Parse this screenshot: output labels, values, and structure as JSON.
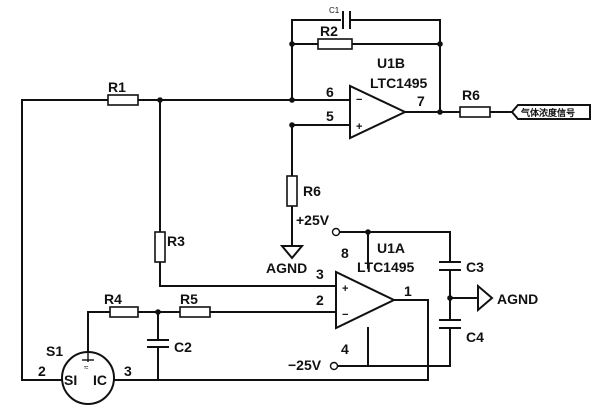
{
  "diagram": {
    "u1b": {
      "name": "U1B",
      "part": "LTC1495",
      "pin_inv": "6",
      "pin_noninv": "5",
      "pin_out": "7",
      "sign_minus": "−",
      "sign_plus": "+"
    },
    "u1a": {
      "name": "U1A",
      "part": "LTC1495",
      "pin_noninv": "3",
      "pin_inv": "2",
      "pin_out": "1",
      "pin_vplus": "8",
      "pin_vminus": "4",
      "sign_minus": "−",
      "sign_plus": "+"
    },
    "resistors": {
      "r1": "R1",
      "r2": "R2",
      "r3": "R3",
      "r4": "R4",
      "r5": "R5",
      "r6_top": "R6",
      "r6_mid": "R6"
    },
    "capacitors": {
      "c1": "C1",
      "c2": "C2",
      "c3": "C3",
      "c4": "C4"
    },
    "supplies": {
      "vplus": "+25V",
      "vminus": "−25V"
    },
    "grounds": {
      "agnd_left": "AGND",
      "agnd_right": "AGND"
    },
    "sensor": {
      "name": "S1",
      "pin_si": "SI",
      "pin_ic": "IC",
      "pin_left": "2",
      "pin_right": "3",
      "mark": "≈"
    },
    "output_label": "气体浓度信号"
  }
}
